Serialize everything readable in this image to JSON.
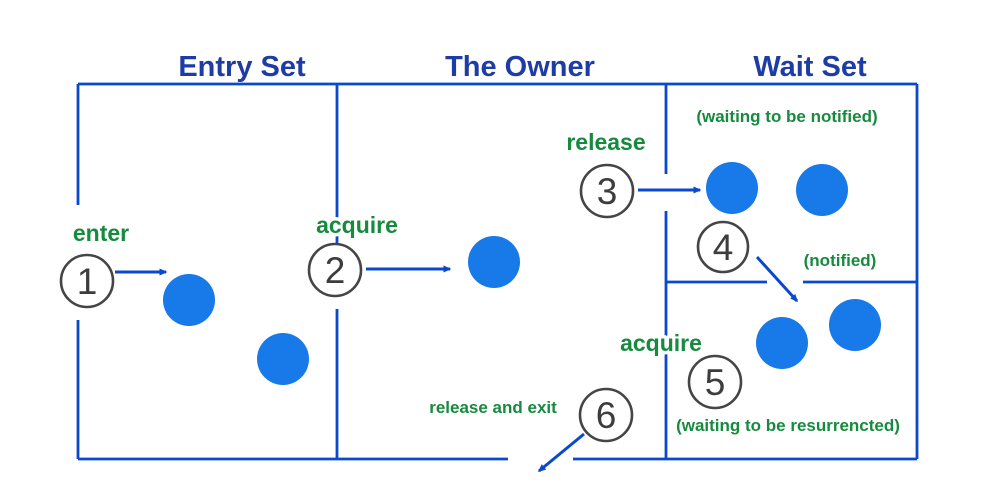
{
  "colors": {
    "line_blue": "#0a49cc",
    "thread_blue": "#1879e8",
    "header_blue": "#1e3ca6",
    "green": "#168a3e",
    "badge_gray": "#454545",
    "badge_text_gray": "#3d3d3d"
  },
  "headers": {
    "entry_set": "Entry Set",
    "the_owner": "The Owner",
    "wait_set": "Wait Set"
  },
  "labels": {
    "enter": "enter",
    "acquire_entry": "acquire",
    "release_owner": "release",
    "waiting_notified": "(waiting to be notified)",
    "notified": "(notified)",
    "acquire_wait": "acquire",
    "waiting_resurrected": "(waiting to be resurrencted)",
    "release_and_exit": "release and exit"
  },
  "steps": [
    "1",
    "2",
    "3",
    "4",
    "5",
    "6"
  ]
}
